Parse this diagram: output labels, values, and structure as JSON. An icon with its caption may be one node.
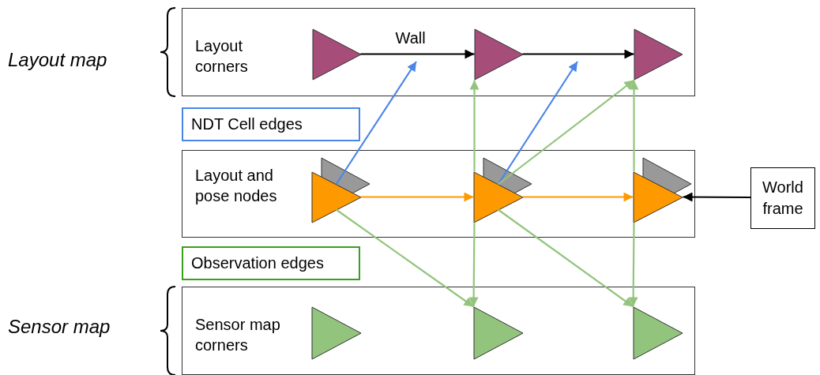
{
  "diagram": {
    "nodes": [
      {
        "text": [
          "Layout corners"
        ]
      },
      {
        "text": [],
        "shape": "triangle",
        "in": 0
      },
      {
        "text": [],
        "shape": "triangle",
        "in": 0
      },
      {
        "text": [],
        "shape": "triangle",
        "in": 0
      },
      {
        "text": [
          "Layout and pose nodes"
        ]
      },
      {
        "text": [],
        "shape": "triangle",
        "in": 4
      },
      {
        "text": [],
        "shape": "triangle",
        "in": 4
      },
      {
        "text": [],
        "shape": "triangle",
        "in": 4
      },
      {
        "text": [
          "Sensor map corners"
        ]
      },
      {
        "text": [],
        "shape": "triangle",
        "in": 8
      },
      {
        "text": [],
        "shape": "triangle",
        "in": 8
      },
      {
        "text": [],
        "shape": "triangle",
        "in": 8
      },
      {
        "text": [
          "World frame"
        ]
      }
    ],
    "edges": [
      {
        "from": 1,
        "to": 2,
        "arrow": "to",
        "label": "Wall",
        "color": "#000000"
      },
      {
        "from": 2,
        "to": 3,
        "arrow": "to",
        "color": "#000000"
      },
      {
        "from": 5,
        "to": null,
        "arrow": "to",
        "color": "#4a86e8"
      },
      {
        "from": 6,
        "to": null,
        "arrow": "to",
        "color": "#4a86e8"
      },
      {
        "from": 5,
        "to": 6,
        "arrow": "to",
        "color": "#ff9900"
      },
      {
        "from": 6,
        "to": 7,
        "arrow": "to",
        "color": "#ff9900"
      },
      {
        "from": 12,
        "to": 7,
        "arrow": "to",
        "color": "#000000"
      },
      {
        "from": 5,
        "to": 10,
        "arrow": "to"
      },
      {
        "from": 6,
        "to": 2,
        "arrow": "to"
      },
      {
        "from": 6,
        "to": 10,
        "arrow": "to"
      },
      {
        "from": 6,
        "to": 3,
        "arrow": "to"
      },
      {
        "from": 6,
        "to": 11,
        "arrow": "to"
      },
      {
        "from": 7,
        "to": 3,
        "arrow": "to"
      },
      {
        "from": 7,
        "to": 11,
        "arrow": "to"
      }
    ],
    "labels": [
      "Layout map",
      "Sensor map"
    ],
    "legend": [
      {
        "text": "NDT Cell edges",
        "color": "#4a86e8"
      },
      {
        "text": "Observation edges",
        "color": "#38a01c"
      }
    ]
  }
}
